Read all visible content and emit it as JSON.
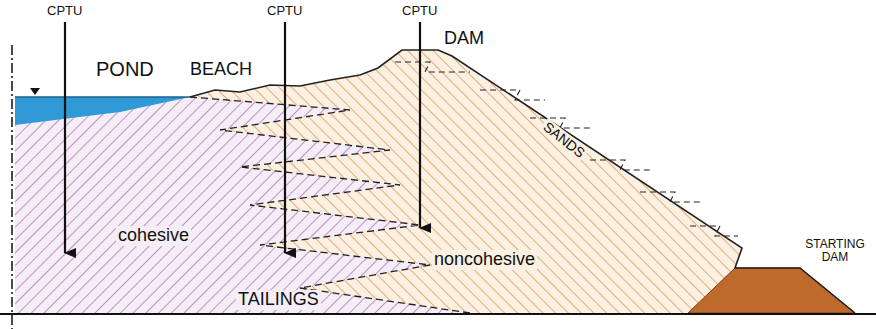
{
  "diagram": {
    "labels": [
      "CPTU",
      "CPTU",
      "CPTU",
      "POND",
      "BEACH",
      "DAM",
      "SANDS",
      "STARTING DAM",
      "cohesive",
      "noncohesive",
      "TAILINGS"
    ]
  }
}
